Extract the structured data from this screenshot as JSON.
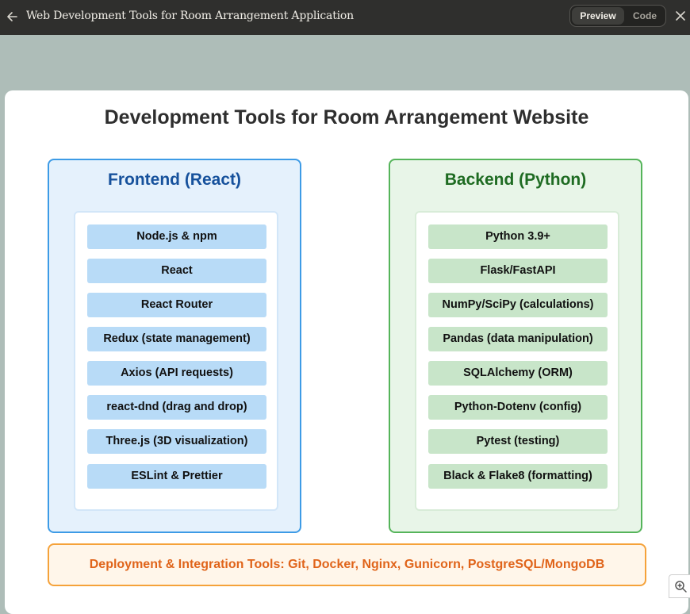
{
  "window": {
    "title": "Web Development Tools for Room Arrangement Application",
    "preview_label": "Preview",
    "code_label": "Code"
  },
  "diagram": {
    "title": "Development Tools for Room Arrangement Website",
    "frontend": {
      "title": "Frontend (React)",
      "items": [
        "Node.js & npm",
        "React",
        "React Router",
        "Redux (state management)",
        "Axios (API requests)",
        "react-dnd (drag and drop)",
        "Three.js (3D visualization)",
        "ESLint & Prettier"
      ]
    },
    "backend": {
      "title": "Backend (Python)",
      "items": [
        "Python 3.9+",
        "Flask/FastAPI",
        "NumPy/SciPy (calculations)",
        "Pandas (data manipulation)",
        "SQLAlchemy (ORM)",
        "Python-Dotenv (config)",
        "Pytest (testing)",
        "Black & Flake8 (formatting)"
      ]
    },
    "deployment": "Deployment & Integration Tools: Git, Docker, Nginx, Gunicorn, PostgreSQL/MongoDB"
  },
  "icons": {
    "back": "arrow-left-icon",
    "close": "close-icon",
    "zoom": "zoom-in-icon"
  }
}
